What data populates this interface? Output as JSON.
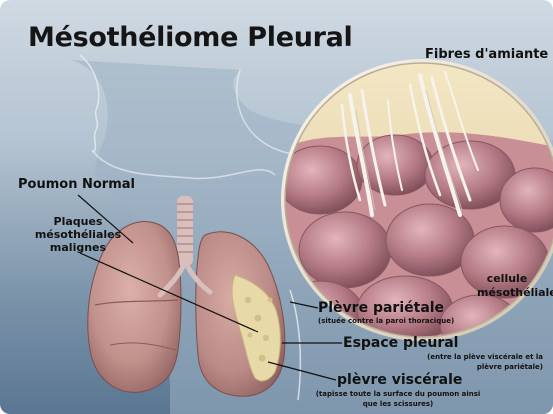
{
  "title": "Mésothéliome Pleural",
  "labels": {
    "fibres": "Fibres d'amiante",
    "poumon_normal": "Poumon Normal",
    "plaques": "Plaques mésothéliales malignes",
    "cellule": "cellule mésothéliale",
    "plevre_parietale": "Plèvre pariétale",
    "plevre_parietale_note": "(située contre la paroi thoracique)",
    "espace_pleural": "Espace pleural",
    "espace_pleural_note": "(entre la plève viscérale et la plèvre pariétale)",
    "plevre_viscerale": "plèvre viscérale",
    "plevre_viscerale_note": "(tapisse toute la surface du poumon ainsi que les scissures)"
  },
  "colors": {
    "background_top": "#cfd9e2",
    "background_bottom": "#5a7692",
    "lung": "#c99a95",
    "lung_shadow": "#8e5f5e",
    "tumor": "#e8d9a8",
    "magnifier_rim": "#efe8da",
    "cell": "#b57c86",
    "fiber": "#f4f1ea",
    "label_text": "#111111"
  }
}
